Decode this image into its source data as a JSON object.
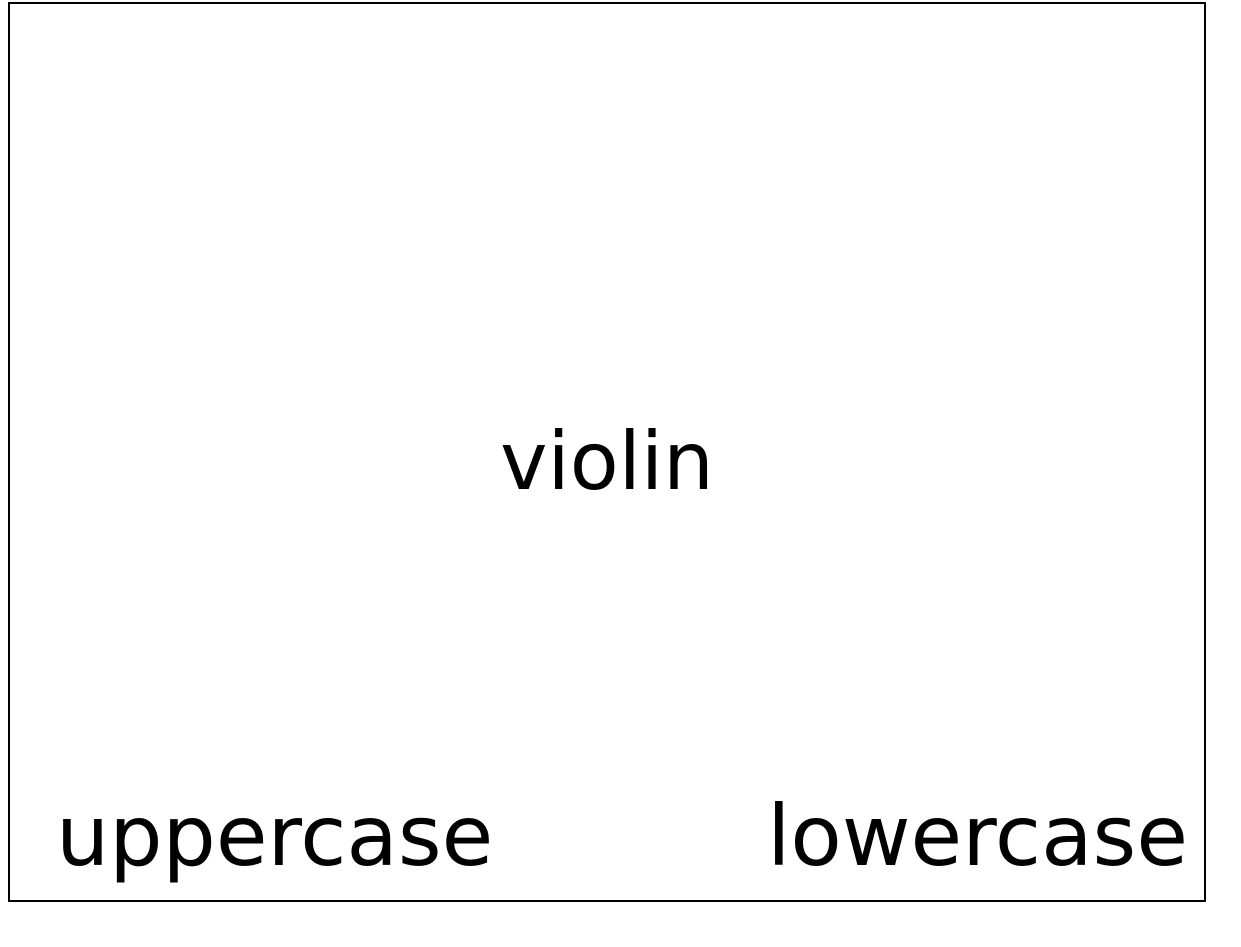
{
  "stimulus": {
    "word": "violin"
  },
  "options": {
    "left_label": "uppercase",
    "right_label": "lowercase"
  }
}
